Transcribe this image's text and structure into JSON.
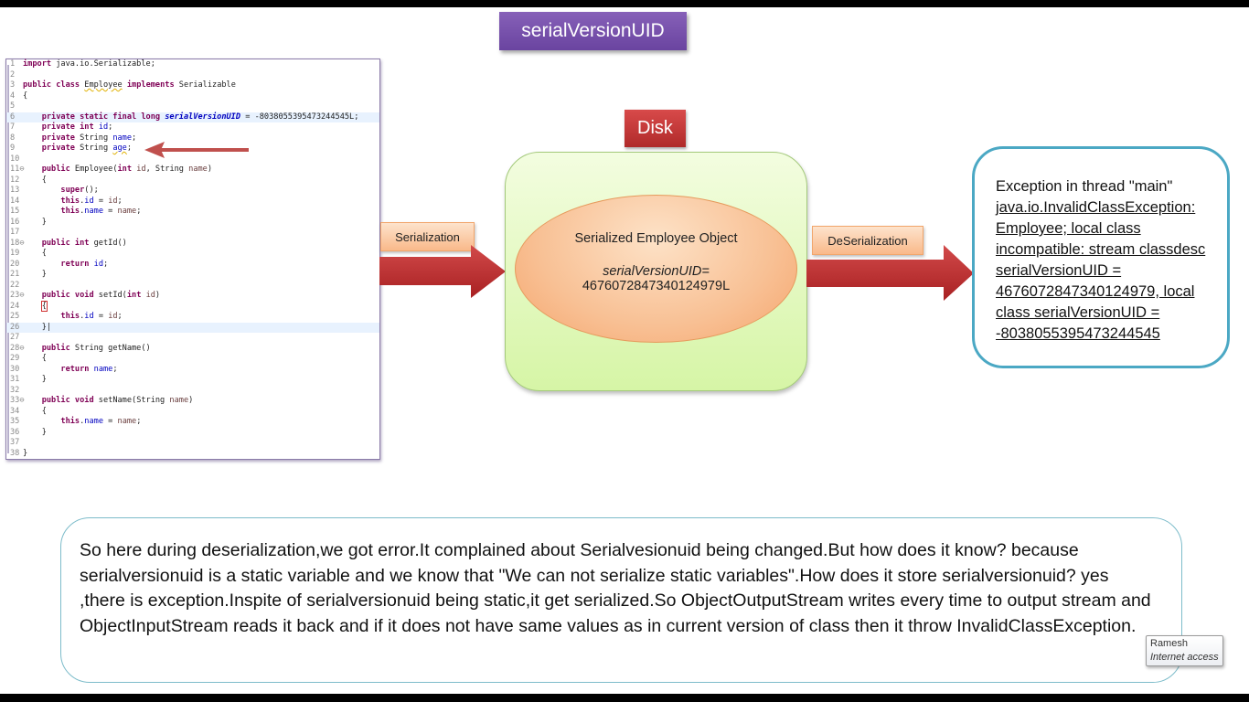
{
  "title": "serialVersionUID",
  "code": {
    "lines": [
      {
        "n": "1",
        "html": "<span class='kw'>import</span> java.io.Serializable;"
      },
      {
        "n": "2",
        "html": ""
      },
      {
        "n": "3",
        "html": "<span class='kw'>public class</span> <span class='cls-warn'>Employee</span> <span class='kw'>implements</span> Serializable"
      },
      {
        "n": "4",
        "html": "{"
      },
      {
        "n": "5",
        "html": ""
      },
      {
        "n": "6",
        "html": "    <span class='kw'>private static final long</span> <span class='sfld'>serialVersionUID</span> = -8038055395473244545L;",
        "hl": true
      },
      {
        "n": "7",
        "html": "    <span class='kw'>private int</span> <span class='fld'>id</span>;"
      },
      {
        "n": "8",
        "html": "    <span class='kw'>private</span> String <span class='fld'>name</span>;"
      },
      {
        "n": "9",
        "html": "    <span class='kw'>private</span> String <span class='fld cls-warn'>age</span>;"
      },
      {
        "n": "10",
        "html": ""
      },
      {
        "n": "11⊖",
        "html": "    <span class='kw'>public</span> Employee(<span class='kw'>int</span> <span class='par'>id</span>, String <span class='par'>name</span>)"
      },
      {
        "n": "12",
        "html": "    {"
      },
      {
        "n": "13",
        "html": "        <span class='kw'>super</span>();"
      },
      {
        "n": "14",
        "html": "        <span class='kw'>this</span>.<span class='fld'>id</span> = <span class='par'>id</span>;"
      },
      {
        "n": "15",
        "html": "        <span class='kw'>this</span>.<span class='fld'>name</span> = <span class='par'>name</span>;"
      },
      {
        "n": "16",
        "html": "    }"
      },
      {
        "n": "17",
        "html": ""
      },
      {
        "n": "18⊖",
        "html": "    <span class='kw'>public int</span> getId()"
      },
      {
        "n": "19",
        "html": "    {"
      },
      {
        "n": "20",
        "html": "        <span class='kw'>return</span> <span class='fld'>id</span>;"
      },
      {
        "n": "21",
        "html": "    }"
      },
      {
        "n": "22",
        "html": ""
      },
      {
        "n": "23⊖",
        "html": "    <span class='kw'>public void</span> setId(<span class='kw'>int</span> <span class='par'>id</span>)"
      },
      {
        "n": "24",
        "html": "    <span class='brace-err'>{</span>"
      },
      {
        "n": "25",
        "html": "        <span class='kw'>this</span>.<span class='fld'>id</span> = <span class='par'>id</span>;"
      },
      {
        "n": "26",
        "html": "    }|",
        "hl": true
      },
      {
        "n": "27",
        "html": ""
      },
      {
        "n": "28⊖",
        "html": "    <span class='kw'>public</span> String getName()"
      },
      {
        "n": "29",
        "html": "    {"
      },
      {
        "n": "30",
        "html": "        <span class='kw'>return</span> <span class='fld'>name</span>;"
      },
      {
        "n": "31",
        "html": "    }"
      },
      {
        "n": "32",
        "html": ""
      },
      {
        "n": "33⊖",
        "html": "    <span class='kw'>public void</span> setName(String <span class='par'>name</span>)"
      },
      {
        "n": "34",
        "html": "    {"
      },
      {
        "n": "35",
        "html": "        <span class='kw'>this</span>.<span class='fld'>name</span> = <span class='par'>name</span>;"
      },
      {
        "n": "36",
        "html": "    }"
      },
      {
        "n": "37",
        "html": ""
      },
      {
        "n": "38",
        "html": "}"
      }
    ]
  },
  "labels": {
    "serialization": "Serialization",
    "deserialization": "DeSerialization",
    "disk": "Disk"
  },
  "object": {
    "title": "Serialized Employee Object",
    "uid_label": "serialVersionUID=",
    "uid_value": "4676072847340124979L"
  },
  "exception": {
    "head": "Exception in thread \"main\"",
    "body": "java.io.InvalidClassException: Employee; local class incompatible: stream classdesc serialVersionUID = 4676072847340124979, local class serialVersionUID = -8038055395473244545"
  },
  "note": "So here during deserialization,we got error.It complained about Serialvesionuid being changed.But how does it know? because serialversionuid is a static variable and we know that \"We can not serialize static variables\".How does it store  serialversionuid? yes ,there is exception.Inspite of serialversionuid being static,it get serialized.So ObjectOutputStream writes every time to output stream and ObjectInputStream reads it back and if it does not have same values as in current version of class then it throw InvalidClassException.",
  "tooltip": {
    "name": "Ramesh",
    "status": "Internet access"
  },
  "colors": {
    "title_bg": "#7551ad",
    "disk_bg": "#c23a3a",
    "arrow": "#b8292b",
    "exception_border": "#4ba8c4",
    "note_border": "#7dbcca"
  }
}
